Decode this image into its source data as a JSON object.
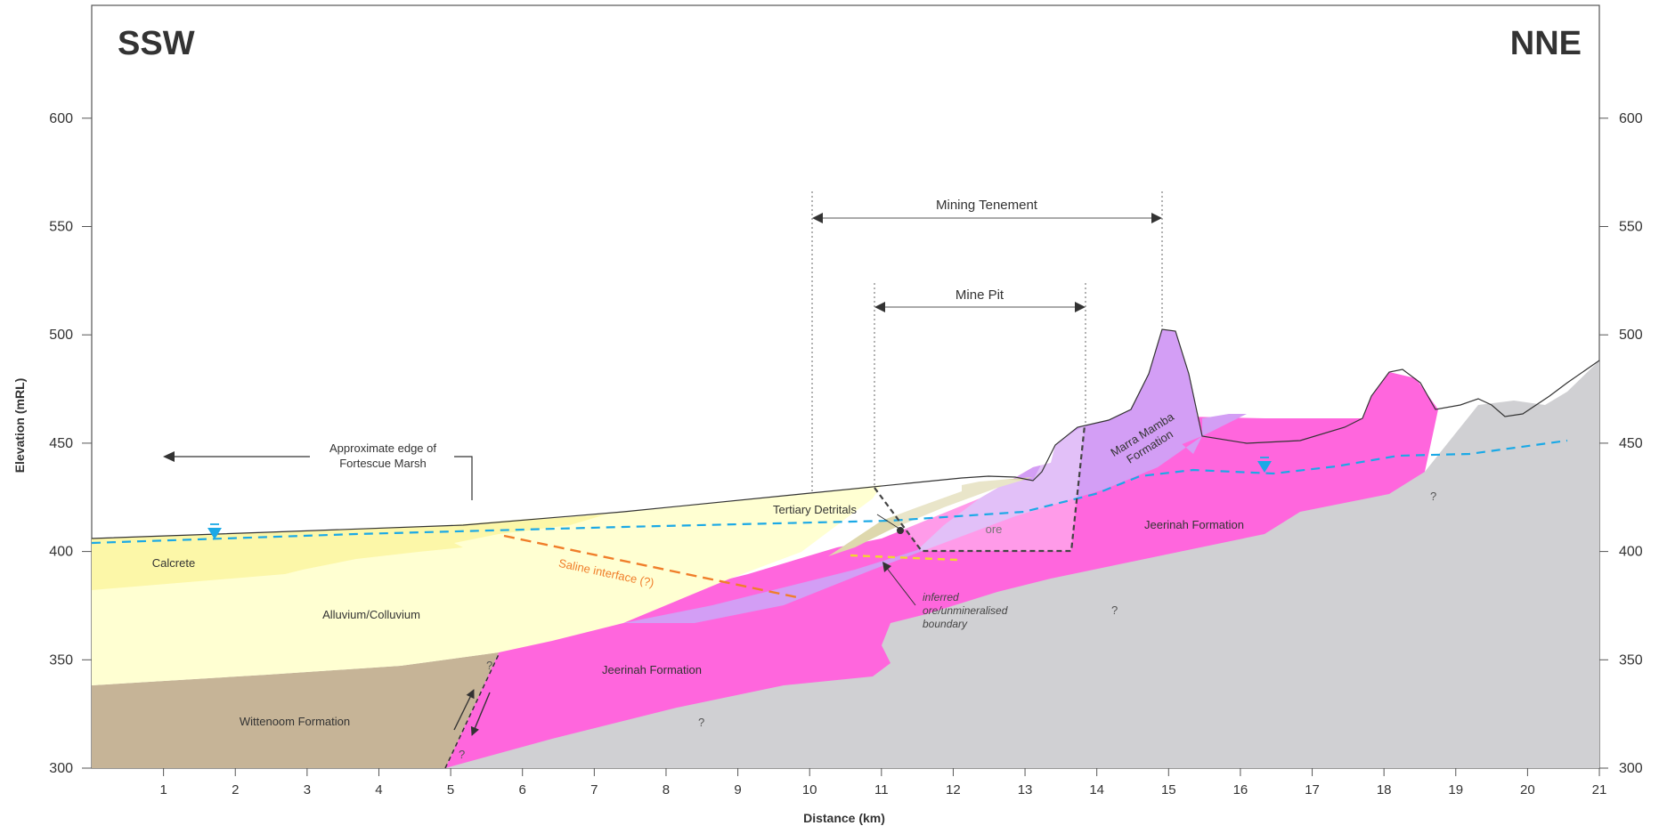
{
  "directions": {
    "left": "SSW",
    "right": "NNE"
  },
  "axes": {
    "y_label": "Elevation (mRL)",
    "x_label": "Distance (km)",
    "y_ticks": [
      "300",
      "350",
      "400",
      "450",
      "500",
      "550",
      "600"
    ],
    "x_ticks": [
      "1",
      "2",
      "3",
      "4",
      "5",
      "6",
      "7",
      "8",
      "9",
      "10",
      "11",
      "12",
      "13",
      "14",
      "15",
      "16",
      "17",
      "18",
      "19",
      "20",
      "21"
    ]
  },
  "labels": {
    "mining_tenement": "Mining Tenement",
    "mine_pit": "Mine Pit",
    "marsh_line1": "Approximate edge of",
    "marsh_line2": "Fortescue Marsh",
    "tertiary_detritals": "Tertiary Detritals",
    "ore": "ore",
    "calcrete": "Calcrete",
    "alluvium": "Alluvium/Colluvium",
    "wittenoom": "Wittenoom Formation",
    "jeerinah_lower": "Jeerinah Formation",
    "jeerinah_upper": "Jeerinah Formation",
    "marra_line1": "Marra Mamba",
    "marra_line2": "Formation",
    "saline": "Saline interface (?)",
    "inferred_line1": "inferred",
    "inferred_line2": "ore/unmineralised",
    "inferred_line3": "boundary",
    "question": "?"
  },
  "colors": {
    "calcrete": "#fcf7a8",
    "alluvium": "#ffffd2",
    "wittenoom": "#c6b497",
    "jeerinah": "#ff66dd",
    "marra_mamba": "#d39ef5",
    "basement": "#d0d0d3",
    "tertiary": "#ded8ad",
    "water_table": "#1ba9e6",
    "saline": "#f07e2a",
    "inferred_boundary": "#f2d630"
  }
}
